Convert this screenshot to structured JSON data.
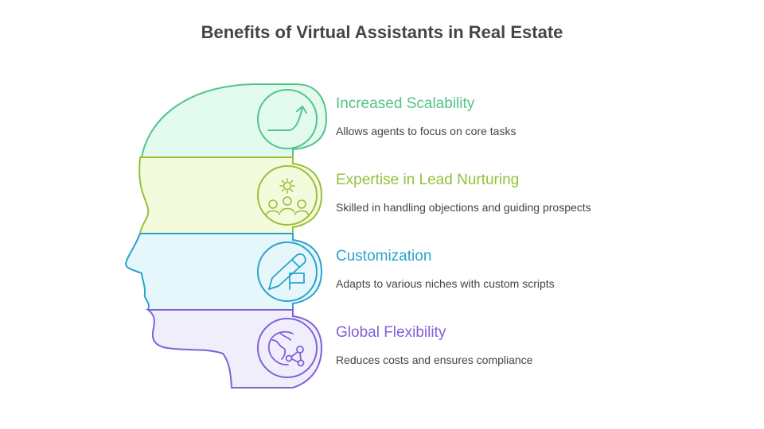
{
  "title": "Benefits of Virtual Assistants in Real Estate",
  "items": [
    {
      "heading": "Increased Scalability",
      "description": "Allows agents to focus on core tasks",
      "color": "#52c48a",
      "fill": "#e3faef",
      "icon": "arrow-up-right-icon"
    },
    {
      "heading": "Expertise in Lead Nurturing",
      "description": "Skilled in handling objections and guiding prospects",
      "color": "#97bf3a",
      "fill": "#f4fbdc",
      "icon": "team-gear-icon"
    },
    {
      "heading": "Customization",
      "description": "Adapts to various niches with custom scripts",
      "color": "#2aa3cc",
      "fill": "#e6f7fc",
      "icon": "pencil-flag-icon"
    },
    {
      "heading": "Global Flexibility",
      "description": "Reduces costs and ensures compliance",
      "color": "#8060d8",
      "fill": "#f1eefc",
      "icon": "globe-network-icon"
    }
  ]
}
